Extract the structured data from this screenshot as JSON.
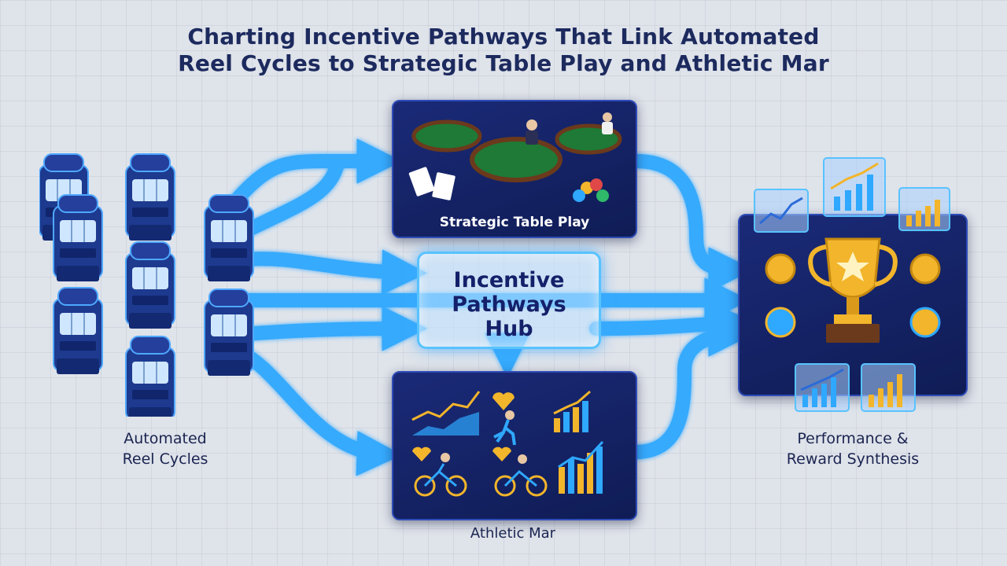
{
  "title": {
    "line1": "Charting Incentive Pathways That Link Automated",
    "line2": "Reel Cycles to Strategic Table Play and Athletic Mar"
  },
  "nodes": {
    "reels": {
      "line1": "Automated",
      "line2": "Reel Cycles",
      "icon": "slot-machine-icon"
    },
    "table": {
      "label": "Strategic Table Play",
      "icon": "card-table-icon"
    },
    "hub": {
      "line1": "Incentive",
      "line2": "Pathways",
      "line3": "Hub"
    },
    "athletic": {
      "label": "Athletic Mar",
      "icon": "runner-icon"
    },
    "rewards": {
      "line1": "Performance &",
      "line2": "Reward Synthesis",
      "icon": "trophy-icon"
    }
  },
  "colors": {
    "flow": "#2fa8ff",
    "panel": "#17246b",
    "title": "#1c2a5e",
    "gold": "#f2b52b"
  }
}
